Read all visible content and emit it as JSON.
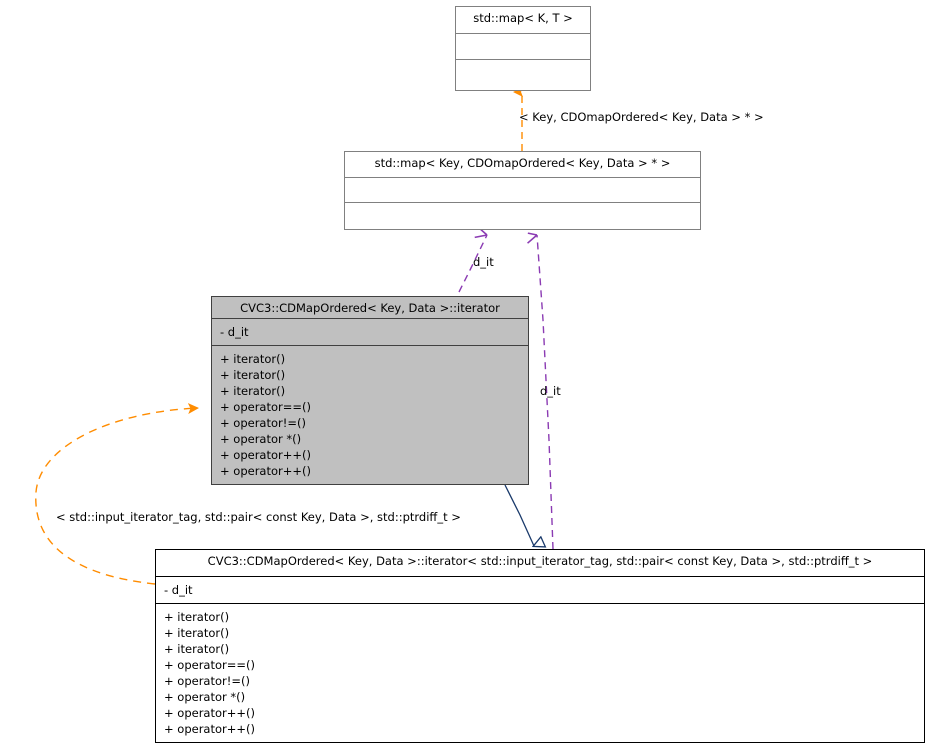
{
  "diagram": {
    "title": "UML inheritance diagram for CVC3::CDMapOrdered iterator",
    "colors": {
      "usage_edge": "#ff8c00",
      "member_edge": "#8b3bb3",
      "inheritance_edge": "#1a3a6b",
      "box_shaded_fill": "#c0c0c0",
      "box_border": "#808080",
      "background": "#ffffff"
    }
  },
  "nodes": {
    "std_map_kt": {
      "title": "std::map< K, T >",
      "attributes": [],
      "methods": []
    },
    "std_map_key_cdomap": {
      "title": "std::map< Key, CDOmapOrdered< Key, Data > * >",
      "attributes": [],
      "methods": []
    },
    "cdmapordered_iterator": {
      "title": "CVC3::CDMapOrdered< Key, Data >::iterator",
      "attributes": [
        "- d_it"
      ],
      "methods": [
        "+ iterator()",
        "+ iterator()",
        "+ iterator()",
        "+ operator==()",
        "+ operator!=()",
        "+ operator *()",
        "+ operator++()",
        "+ operator++()"
      ]
    },
    "cdmapordered_iterator_specialized": {
      "title": "CVC3::CDMapOrdered< Key, Data >::iterator< std::input_iterator_tag, std::pair< const Key, Data >, std::ptrdiff_t >",
      "attributes": [
        "- d_it"
      ],
      "methods": [
        "+ iterator()",
        "+ iterator()",
        "+ iterator()",
        "+ operator==()",
        "+ operator!=()",
        "+ operator *()",
        "+ operator++()",
        "+ operator++()"
      ]
    }
  },
  "edges": {
    "template_binding_top": {
      "label": "< Key, CDOmapOrdered< Key, Data > * >",
      "kind": "template-binding",
      "color": "#ff8c00",
      "from": "std_map_key_cdomap",
      "to": "std_map_kt"
    },
    "member_left": {
      "label": "d_it",
      "kind": "member-usage",
      "color": "#8b3bb3",
      "from": "cdmapordered_iterator",
      "to": "std_map_key_cdomap"
    },
    "member_right": {
      "label": "d_it",
      "kind": "member-usage",
      "color": "#8b3bb3",
      "from": "cdmapordered_iterator_specialized",
      "to": "std_map_key_cdomap"
    },
    "template_binding_bottom": {
      "label": "< std::input_iterator_tag, std::pair< const Key, Data >, std::ptrdiff_t >",
      "kind": "template-binding",
      "color": "#ff8c00",
      "from": "cdmapordered_iterator_specialized",
      "to": "cdmapordered_iterator"
    },
    "inheritance": {
      "label": "",
      "kind": "inheritance",
      "color": "#1a3a6b",
      "from": "cdmapordered_iterator",
      "to": "cdmapordered_iterator_specialized"
    }
  }
}
